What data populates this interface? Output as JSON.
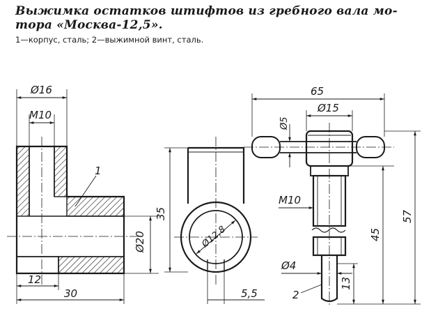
{
  "title": {
    "line1": "Выжимка остатков штифтов из гребного вала мо-",
    "line2": "тора «Москва-12,5»."
  },
  "caption": "1—корпус, сталь; 2—выжимной винт, сталь.",
  "labels": {
    "part1": "1",
    "part2": "2"
  },
  "dimensions": {
    "d16": "Ø16",
    "m10_left": "M10",
    "d20": "Ø20",
    "l12": "12",
    "l30": "30",
    "l35": "35",
    "d12_8": "Ø12,8",
    "l5_5": "5,5",
    "l65": "65",
    "d15": "Ø15",
    "d5": "Ø5",
    "m10_right": "M10",
    "l45": "45",
    "l57": "57",
    "d4": "Ø4",
    "l13": "13"
  }
}
